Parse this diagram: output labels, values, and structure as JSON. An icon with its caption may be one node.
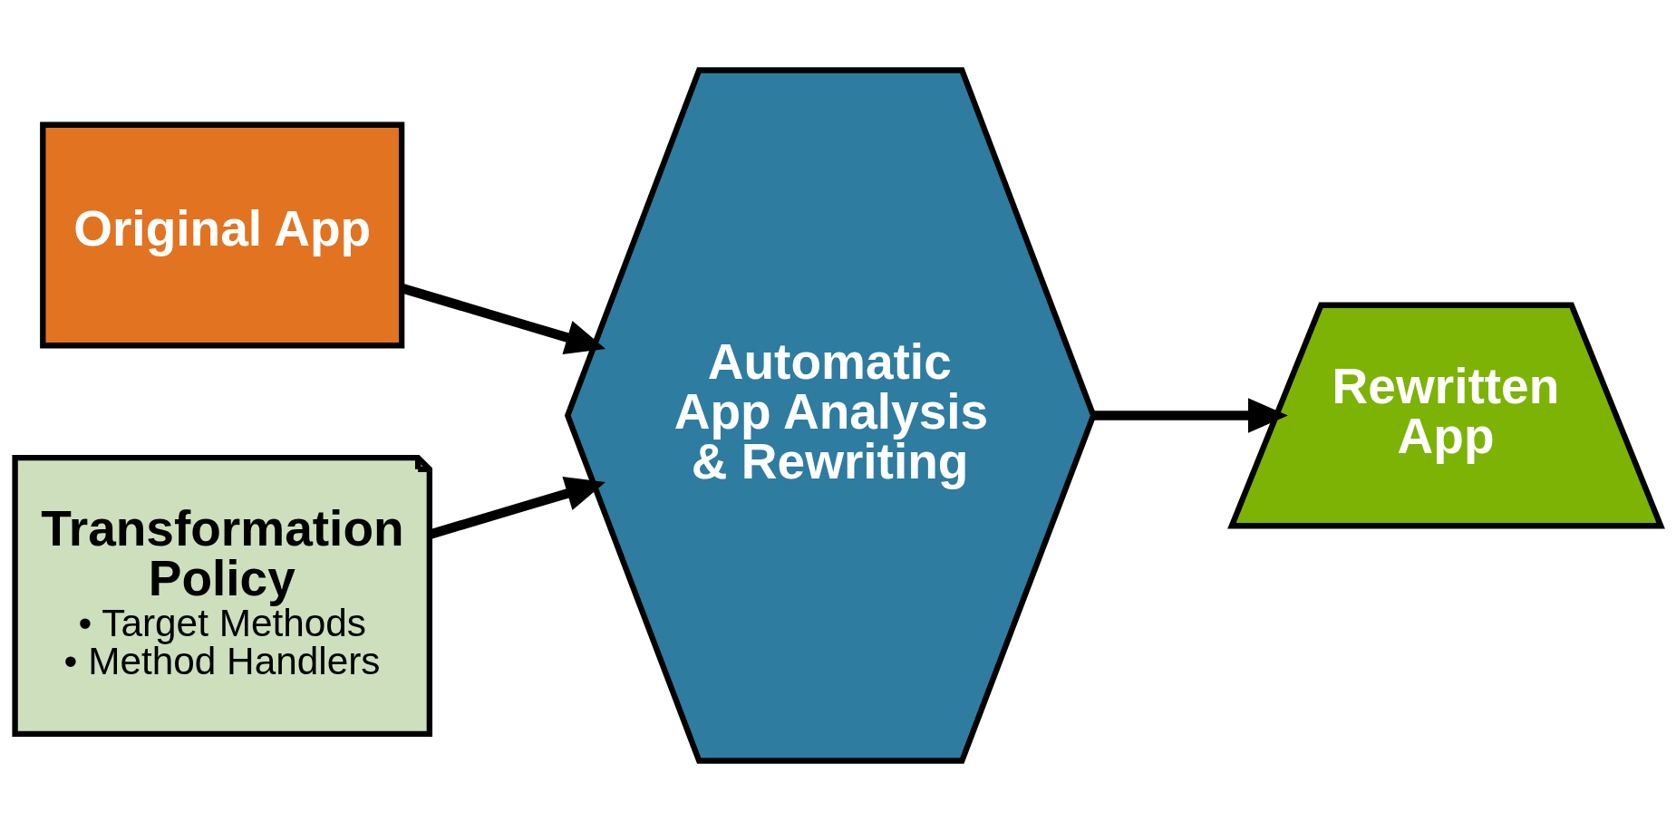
{
  "diagram": {
    "nodes": [
      {
        "text": [
          "Original App"
        ]
      },
      {
        "text": [
          "Transformation Policy",
          "• Target Methods",
          "• Method Handlers"
        ]
      },
      {
        "text": [
          "Automatic App Analysis & Rewriting"
        ]
      },
      {
        "text": [
          "Rewritten App"
        ]
      }
    ],
    "edges": [
      {
        "from": 0,
        "to": 2,
        "arrow": "to"
      },
      {
        "from": 1,
        "to": 2,
        "arrow": "to"
      },
      {
        "from": 2,
        "to": 3,
        "arrow": "to"
      }
    ]
  }
}
